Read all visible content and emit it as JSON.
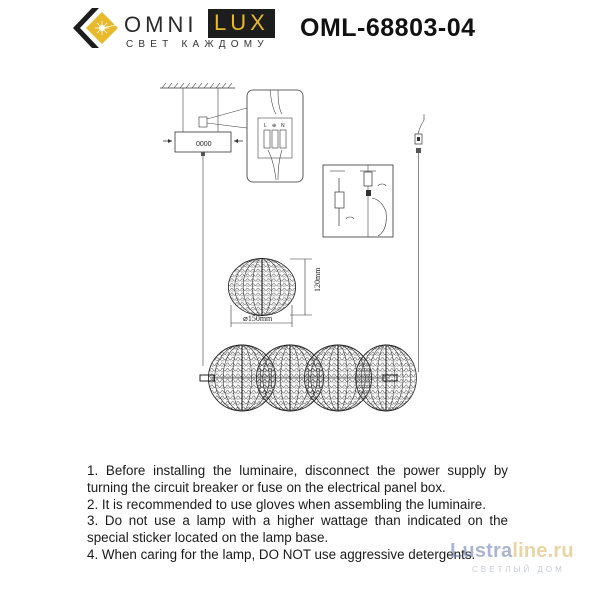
{
  "header": {
    "brand_left": "OMNI",
    "brand_right": "LUX",
    "tagline": "СВЕТ КАЖДОМУ",
    "model": "OML-68803-04",
    "colors": {
      "brand_gold": "#e8b92a",
      "brand_dark": "#1d1d1d"
    }
  },
  "drawing": {
    "canopy_label": "0000",
    "terminal_labels": [
      "L",
      "⊕",
      "N"
    ],
    "dimension_height": "120mm",
    "dimension_diameter": "⌀150mm",
    "shade_count": 4
  },
  "instructions": [
    "1. Before installing the luminaire, disconnect the power supply by turning the circuit breaker or fuse on the electrical panel box.",
    "2. It is recommended to use gloves when assembling the luminaire.",
    "3. Do not use a lamp with a higher wattage than indicated on the special sticker located on the lamp base.",
    "4. When caring for the lamp, DO NOT use aggressive detergents."
  ],
  "watermark": {
    "main_a": "Lustra",
    "main_b": "line.ru",
    "sub": "СВЕТЛЫЙ ДОМ"
  }
}
